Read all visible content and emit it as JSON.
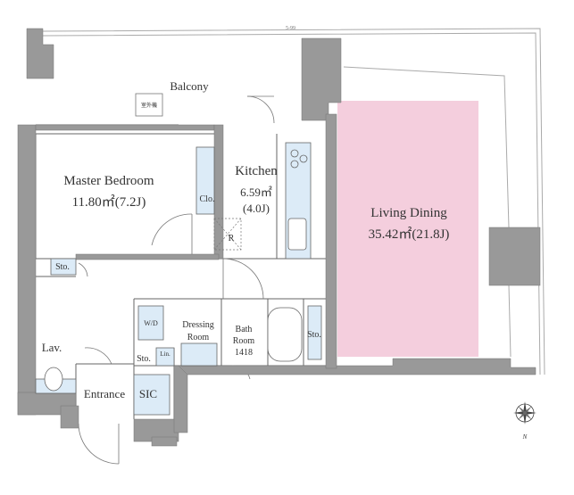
{
  "balcony": {
    "label": "Balcony",
    "outdoor_unit": "室外機"
  },
  "master_bedroom": {
    "name": "Master Bedroom",
    "area": "11.80㎡(7.2J)"
  },
  "kitchen": {
    "name": "Kitchen",
    "area": "6.59㎡",
    "jo": "(4.0J)"
  },
  "living_dining": {
    "name": "Living Dining",
    "area": "35.42㎡(21.8J)"
  },
  "dressing_room": {
    "line1": "Dressing",
    "line2": "Room"
  },
  "bath_room": {
    "line1": "Bath",
    "line2": "Room",
    "size": "1418"
  },
  "labels": {
    "closet": "Clo.",
    "refrigerator": "R",
    "storage_bedroom": "Sto.",
    "storage_entrance": "Sto.",
    "storage_bath": "Sto.",
    "washer": "W/D",
    "linen": "Lin.",
    "lavatory": "Lav.",
    "entrance": "Entrance",
    "shoe_closet": "SIC"
  },
  "compass": {
    "north": "N"
  },
  "colors": {
    "wall": "#999999",
    "living_fill": "#f4cedd",
    "fixture": "#dcebf7",
    "line": "#555555"
  }
}
